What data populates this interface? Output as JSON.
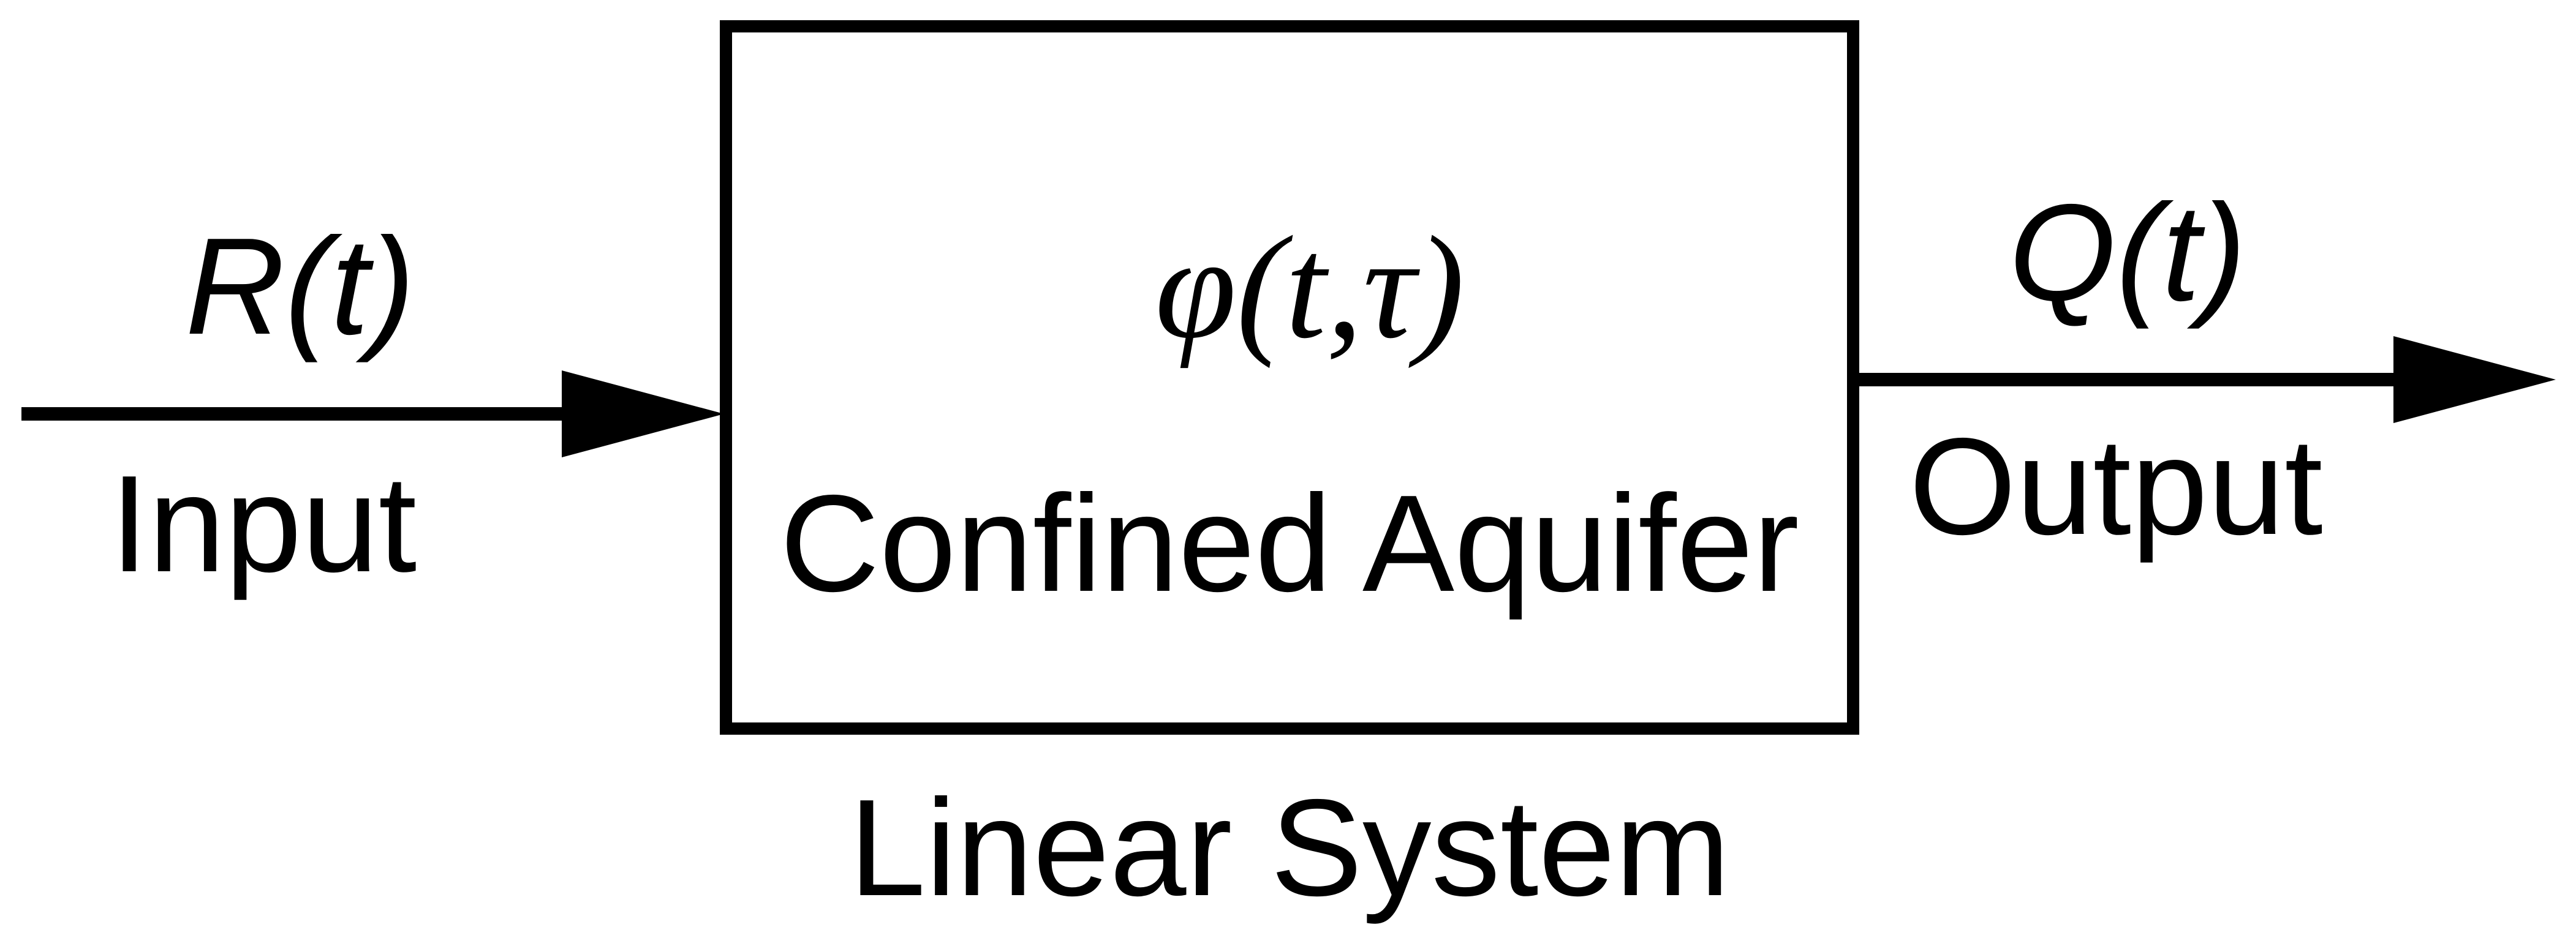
{
  "diagram": {
    "input": {
      "symbol": "R(t)",
      "label": "Input"
    },
    "system": {
      "symbol": "φ(t,τ)",
      "label": "Confined Aquifer",
      "caption": "Linear System"
    },
    "output": {
      "symbol": "Q(t)",
      "label": "Output"
    },
    "colors": {
      "stroke": "#000000",
      "background": "#ffffff"
    }
  }
}
